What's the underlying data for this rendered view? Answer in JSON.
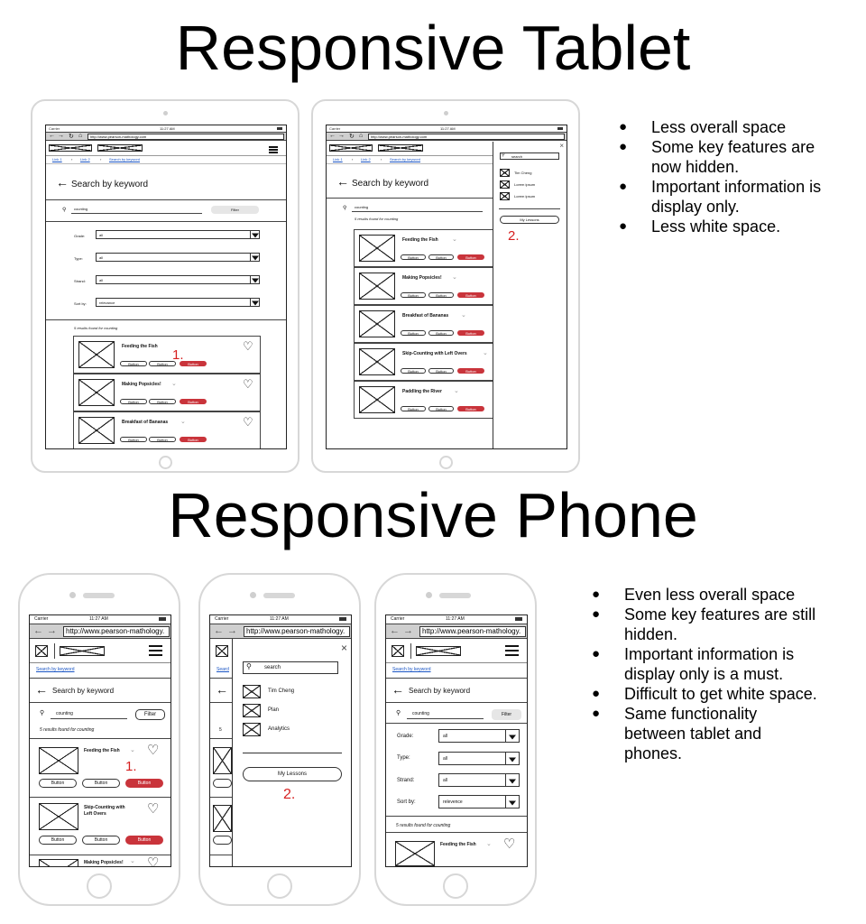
{
  "titles": {
    "tablet": "Responsive Tablet",
    "phone": "Responsive Phone"
  },
  "tablet_notes": [
    "Less overall space",
    "Some key features are now hidden.",
    "Important information is display only.",
    "Less white space."
  ],
  "phone_notes": [
    "Even less overall space",
    "Some key features are still hidden.",
    "Important information is display only is a must.",
    "Difficult to get white space.",
    "Same functionality between tablet and phones."
  ],
  "common": {
    "carrier": "Carrier",
    "time": "11:27 AM",
    "url_tablet": "http://www.pearson-mathology.com",
    "url_phone": "http://www.pearson-mathology.",
    "link1": "Link 1",
    "link2": "Link 2",
    "search_by_keyword": "Search by keyword",
    "search_query": "counting",
    "filter": "Filter",
    "results": "5 results found for counting",
    "button": "Button"
  },
  "filters": {
    "grade_label": "Grade:",
    "grade_value": "all",
    "type_label": "Type:",
    "type_value": "all",
    "strand_label": "Strand:",
    "strand_value": "all",
    "sort_label": "Sort by:",
    "sort_value": "relevance",
    "sort_value_phone": "relevence"
  },
  "lessons": [
    "Feeding the Fish",
    "Making Popsicles!",
    "Breakfast of Bananas",
    "Skip-Counting with Left Overs",
    "Paddling the River"
  ],
  "phone_lesson2": "Skip-Counting with Left Overs",
  "menu_tablet": {
    "search": "search",
    "items": [
      "Tim Cheng",
      "Lorem ipsum",
      "Lorem ipsum"
    ],
    "my_lessons": "My Lessons"
  },
  "menu_phone": {
    "search": "search",
    "items": [
      "Tim Cheng",
      "Plan",
      "Analytics"
    ],
    "my_lessons": "My Lessons"
  },
  "markers": {
    "one": "1.",
    "two": "2."
  },
  "colors": {
    "accent_red": "#c9343b",
    "marker_red": "#d62020",
    "link_blue": "#1a55c4"
  }
}
